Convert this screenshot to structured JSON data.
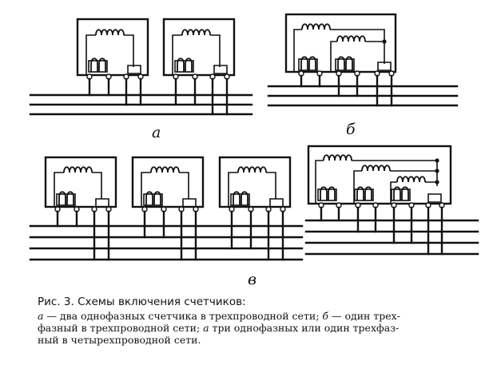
{
  "diagram": {
    "labels": {
      "a": "а",
      "b": "б",
      "c": "в"
    }
  },
  "caption": {
    "title": "Рис. 3. Схемы включения счетчиков:",
    "line1_a": "а",
    "line1_text": " — два однофазных счетчика в трехпроводной сети; ",
    "line1_b": "б",
    "line1_tail": " — один трех-",
    "line2_text": "фазный в трехпроводной сети; ",
    "line2_c": "а",
    "line2_tail": "  три однофазных или один трехфаз-",
    "line3_text": "ный в четырехпроводной сети."
  }
}
